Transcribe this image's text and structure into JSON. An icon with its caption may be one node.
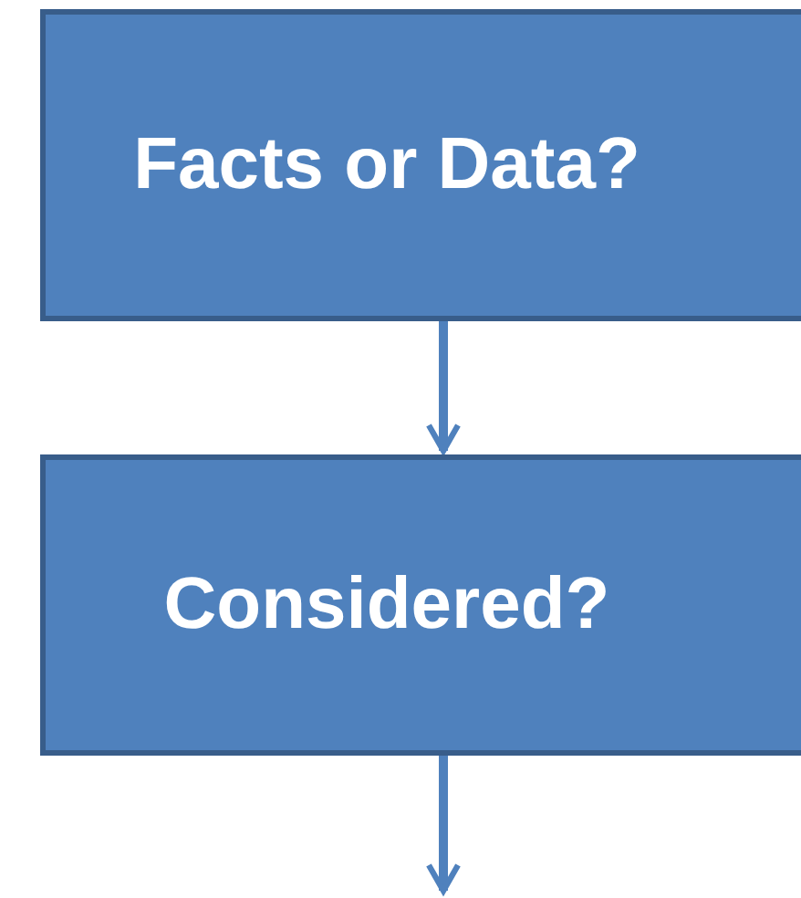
{
  "diagram": {
    "nodes": [
      {
        "text": [
          "Facts or Data?"
        ]
      },
      {
        "text": [
          "Considered?"
        ]
      }
    ],
    "edges": [
      {
        "from": 0,
        "to": 1,
        "arrow": "to"
      },
      {
        "from": 1,
        "to": null,
        "arrow": "to"
      }
    ]
  }
}
